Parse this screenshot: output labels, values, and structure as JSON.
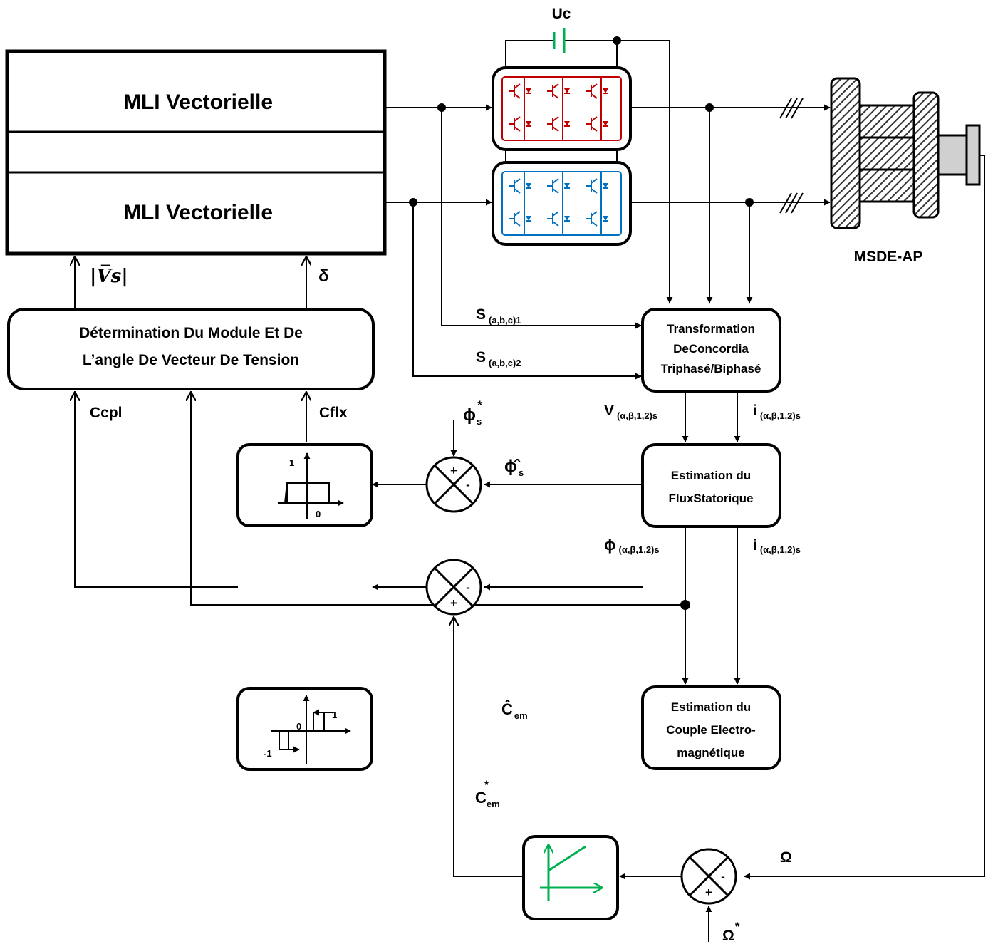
{
  "mli_top": "MLI Vectorielle",
  "mli_bottom": "MLI Vectorielle",
  "uc_label": "Uc",
  "motor_label": "MSDE-AP",
  "vs_label": "|V̅s|",
  "delta_label": "δ",
  "determination": {
    "line1": "Détermination Du Module Et De",
    "line2": "L’angle De Vecteur De Tension"
  },
  "ccpl_label": "Ccpl",
  "cflx_label": "Cflx",
  "s1_main": "S",
  "s1_sub": "(a,b,c)1",
  "s2_main": "S",
  "s2_sub": "(a,b,c)2",
  "transformation": {
    "line1": "Transformation",
    "line2": "DeConcordia",
    "line3": "Triphasé/Biphasé"
  },
  "v_main": "V",
  "v_sub": "(α,β,1,2)s",
  "i_main": "i",
  "i_sub": "(α,β,1,2)s",
  "estim_flux": {
    "line1": "Estimation du",
    "line2": "FluxStatorique"
  },
  "phi_out_main": "ϕ",
  "phi_out_sub": "(α,β,1,2)s",
  "i2_main": "i",
  "i2_sub": "(α,β,1,2)s",
  "phi_ref_main": "ϕ",
  "phi_ref_sub": "s",
  "phi_ref_sup": "*",
  "phi_hat_main": "ϕ̂",
  "phi_hat_sub": "s",
  "hyst_flux": {
    "one": "1",
    "zero": "0"
  },
  "hyst_torque": {
    "one": "1",
    "zero": "0",
    "minus_one": "-1"
  },
  "estim_couple": {
    "line1": "Estimation du",
    "line2": "Couple Electro-",
    "line3": "magnétique"
  },
  "cem_hat_main": "Ĉ",
  "cem_hat_sub": "em",
  "cem_ref_main": "C",
  "cem_ref_sub": "em",
  "cem_ref_sup": "*",
  "omega_label": "Ω",
  "omega_ref_main": "Ω",
  "omega_ref_sup": "*",
  "plus": "+",
  "minus": "-",
  "colors": {
    "inverter1": "#c00000",
    "inverter2": "#0070c0",
    "capacitor": "#00b050",
    "pi_controller": "#00b050"
  }
}
